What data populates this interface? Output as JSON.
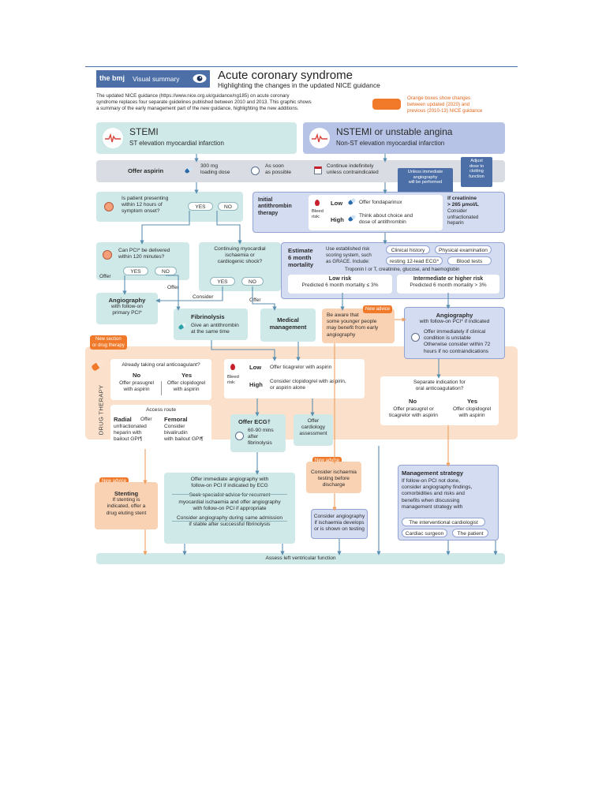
{
  "header": {
    "brand": "the bmj",
    "brand_sub": "Visual summary",
    "title": "Acute coronary syndrome",
    "subtitle": "Highlighting the changes in the updated NICE guidance",
    "intro_1": "The updated NICE guidance (https://www.nice.org.uk/guidance/ng185) on acute coronary",
    "intro_2": "syndrome replaces four separate guidelines published between 2010 and 2013. This graphic shows",
    "intro_3": "a summary of the early management part of the new guidance, highlighting the new additions.",
    "legend_1": "Orange boxes show changes",
    "legend_2": "between updated (2020) and",
    "legend_3": "previous (2010-13) NICE guidance"
  },
  "stemi": {
    "title": "STEMI",
    "subtitle": "ST elevation myocardial infarction"
  },
  "nstemi": {
    "title": "NSTEMI or unstable angina",
    "subtitle": "Non-ST elevation myocardial infarction"
  },
  "aspirin": {
    "label": "Offer aspirin",
    "dose_1": "300 mg",
    "dose_2": "loading dose",
    "time_1": "As soon",
    "time_2": "as possible",
    "cont_1": "Continue indefinitely",
    "cont_2": "unless contraindicated"
  },
  "notes": {
    "unless_1": "Unless immediate",
    "unless_2": "angiography",
    "unless_3": "will be performed",
    "adjust_1": "Adjust",
    "adjust_2": "dose to",
    "adjust_3": "clotting",
    "adjust_4": "function"
  },
  "q12": {
    "q1": "Is patient presenting",
    "q2": "within 12 hours of",
    "q3": "symptom onset?",
    "yes": "YES",
    "no": "NO"
  },
  "antithrombin": {
    "l1": "Initial",
    "l2": "antithrombin",
    "l3": "therapy",
    "bleed_1": "Bleed",
    "bleed_2": "risk:",
    "low": "Low",
    "low_txt": "Offer fondaparinux",
    "high": "High",
    "high_1": "Think about choice and",
    "high_2": "dose of antithrombin",
    "cr_1": "If creatinine",
    "cr_2": "> 265 µmol/L",
    "cr_3": "Consider",
    "cr_4": "unfractionated",
    "cr_5": "heparin"
  },
  "pci120": {
    "q1": "Can PCI* be delivered",
    "q2": "within 120 minutes?",
    "yes": "YES",
    "no": "NO"
  },
  "shock": {
    "q1": "Continuing myocardial",
    "q2": "ischaemia or",
    "q3": "cardiogenic shock?",
    "yes": "YES",
    "no": "NO"
  },
  "labels": {
    "offer_a": "Offer",
    "offer_b": "Offer",
    "consider": "Consider",
    "offer_c": "Offer"
  },
  "mortality": {
    "l1": "Estimate",
    "l2": "6 month",
    "l3": "mortality",
    "d1": "Use established risk",
    "d2": "scoring system, such",
    "d3": "as GRACE. Include:",
    "p_history": "Clinical history",
    "p_exam": "Physical examination",
    "p_ecg": "resting 12-lead ECG*",
    "p_blood": "Blood tests",
    "tests": "Troponin I or T, creatinine, glucose, and haemoglobin",
    "low_t": "Low risk",
    "low_d": "Predicted 6 month mortality ≤ 3%",
    "high_t": "Intermediate or higher risk",
    "high_d": "Predicted 6 month mortality > 3%"
  },
  "angio_stemi": {
    "t": "Angiography",
    "d1": "with follow-on",
    "d2": "primary PCI*"
  },
  "fibrinolysis": {
    "t": "Fibrinolysis",
    "d1": "Give an antithrombin",
    "d2": "at the same time"
  },
  "medical": {
    "l1": "Medical",
    "l2": "management"
  },
  "younger": {
    "d1": "Be aware that",
    "d2": "some younger people",
    "d3": "may benefit from early",
    "d4": "angiography"
  },
  "angio_nstemi": {
    "t": "Angiography",
    "d1": "with follow-on PCI* if indicated",
    "d2": "Offer immediately if clinical",
    "d3": "condition is unstable",
    "d4": "Otherwise consider within 72",
    "d5": "hours if no contraindications"
  },
  "badges": {
    "new_advice_1": "New advice",
    "new_section_1": "New section",
    "new_section_2": "or drug therapy",
    "new_advice_2": "New advice",
    "new_advice_3": "New advice"
  },
  "drug_therapy": {
    "side": "DRUG THERAPY",
    "anticoag_q": "Already taking oral anticoagulant?",
    "no": "No",
    "yes": "Yes",
    "no_d1": "Offer prasugrel",
    "no_d2": "with aspirin",
    "yes_d1": "Offer clopidogrel",
    "yes_d2": "with aspirin",
    "route": "Access route",
    "radial": "Radial",
    "radial_offer": "Offer",
    "radial_d1": "unfractionated",
    "radial_d2": "heparin with",
    "radial_d3": "bailout GPI¶",
    "femoral": "Femoral",
    "femoral_d1": "Consider",
    "femoral_d2": "bivalirudin",
    "femoral_d3": "with bailout GPI¶"
  },
  "ticag": {
    "bleed_1": "Bleed",
    "bleed_2": "risk:",
    "low": "Low",
    "low_d": "Offer ticagrelor with aspirin",
    "high": "High",
    "high_d1": "Consider clopidogrel with aspirin,",
    "high_d2": "or aspirin alone"
  },
  "separate": {
    "q1": "Separate indication for",
    "q2": "oral anticoagulation?",
    "no": "No",
    "yes": "Yes",
    "no_d1": "Offer prasugrel or",
    "no_d2": "ticagrelor with aspirin",
    "yes_d1": "Offer clopidogrel",
    "yes_d2": "with aspirin"
  },
  "ecg_box": {
    "t": "Offer ECG†",
    "d1": "60-90 mins",
    "d2": "after",
    "d3": "fibrinolysis"
  },
  "cardiology": {
    "d1": "Offer",
    "d2": "cardiology",
    "d3": "assessment"
  },
  "ischaemia": {
    "d1": "Consider ischaemia",
    "d2": "testing before",
    "d3": "discharge"
  },
  "consider_angio": {
    "d1": "Consider angiography",
    "d2": "if ischaemia develops",
    "d3": "or is shown on testing"
  },
  "stenting": {
    "t": "Stenting",
    "d1": "If stenting is",
    "d2": "indicated, offer a",
    "d3": "drug eluting stent"
  },
  "immediate": {
    "d1": "Offer immediate angiography with",
    "d2": "follow-on PCI if indicated by ECG",
    "d3": "Seek specialist advice for recurrent",
    "d4": "myocardial ischaemia and offer angiography",
    "d5": "with follow-on PCI if appropriate",
    "d6": "Consider angiography during same admission",
    "d7": "if stable after successful fibrinolysis"
  },
  "mgmt": {
    "t": "Management strategy",
    "d1": "If follow-on PCI not done,",
    "d2": "consider angiography findings,",
    "d3": "comorbidities and risks and",
    "d4": "benefits when discussing",
    "d5": "management strategy with",
    "p1": "The interventional cardiologist",
    "p2": "Cardiac surgeon",
    "p3": "The patient"
  },
  "footer": {
    "assess": "Assess left ventricular function"
  }
}
